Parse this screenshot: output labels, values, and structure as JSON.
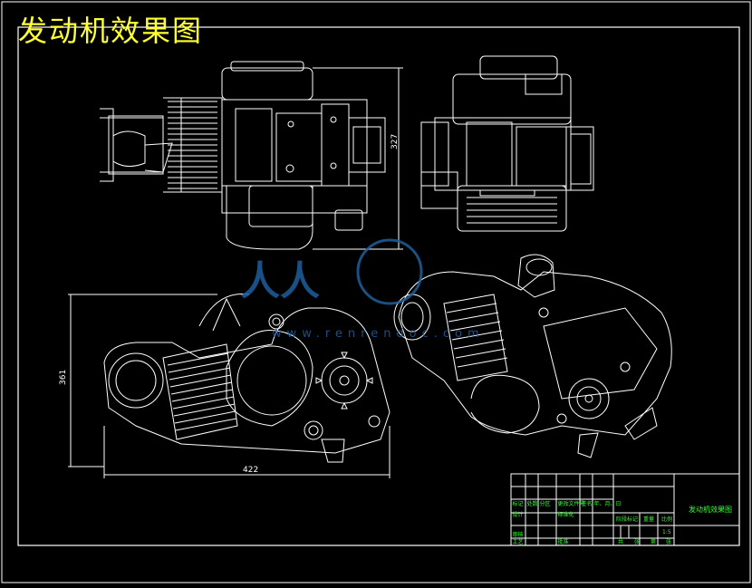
{
  "title": "发动机效果图",
  "colors": {
    "background": "#000000",
    "lines": "#ffffff",
    "title": "#ffff33",
    "table_text": "#33ff33",
    "watermark": "#1e5f9e"
  },
  "watermark": {
    "left_text": "人人",
    "url": "www.renrendoc.com"
  },
  "dimensions": {
    "top_view_height": "327",
    "front_height": "361",
    "front_width": "422"
  },
  "title_block": {
    "drawing_title": "发动机效果图",
    "scale": "1:5",
    "left_rows": [
      [
        "标记",
        "处数",
        "分区",
        "更改文件号",
        "签名",
        "年、月、日"
      ],
      [
        "设计",
        "",
        "",
        "标准化",
        "",
        ""
      ],
      [
        "",
        "",
        "",
        "",
        "",
        ""
      ],
      [
        "审核",
        "",
        "",
        "",
        "",
        ""
      ],
      [
        "工艺",
        "",
        "",
        "批准",
        "",
        ""
      ]
    ],
    "mid_headers": [
      "阶段标记",
      "重量",
      "比例"
    ],
    "sheet_labels": [
      "共",
      "张",
      "第",
      "张"
    ]
  }
}
